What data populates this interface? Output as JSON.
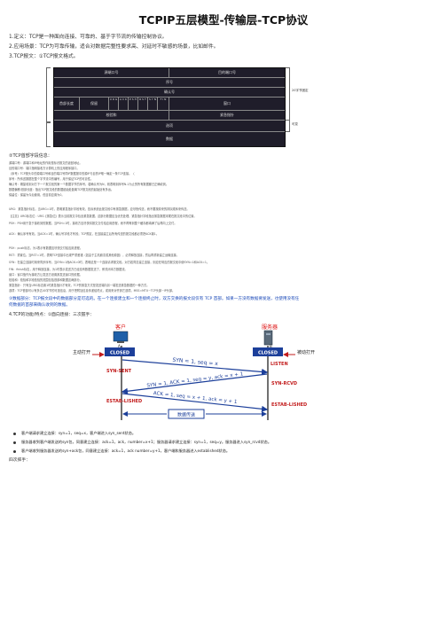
{
  "title": "TCPIP五层模型-传输层-TCP协议",
  "intro": [
    "1.定义：TCP是一种面向连接、可靠的、基于字节流的传输控制协议。",
    "2.应用场景：TCP为可靠传输，适合对数据完整性要求高、对延时不敏感的场景，比如邮件。",
    "3.TCP报文：①TCP报文格式。"
  ],
  "header_fields": {
    "row1": [
      "源端口号",
      "目的端口号"
    ],
    "row2": [
      "序号"
    ],
    "row3": [
      "确认号"
    ],
    "row4": [
      "首部长度",
      "保留",
      "U R G",
      "A C K",
      "P S H",
      "R S T",
      "S Y N",
      "F I N",
      "窗口"
    ],
    "row5": [
      "校验和",
      "紧急指针"
    ],
    "row6": [
      "选项"
    ],
    "row7": [
      "数据"
    ],
    "right_labels": [
      "20字节固定",
      "可变"
    ]
  },
  "section2_heading": "②TCP首部字段信息：",
  "fields_text": [
    "源端口号：源端口和IP地址的作用是标识报文的返回地址。",
    "目的端口号：端口指明接收方计算机上的应用程序接口。",
    "（序号）TCP报头中的源端口号和目的端口号同IP数据报中的源IP与目的IP唯一确定一条TCP连接。（",
    "序号：所传送数据在整个字节流中的编号，用于保证TCP的可靠性。",
    "确认号：期望收到对方下一个报文段的第一个数据字节的序号。若确认号为N，则表明到序号N-1为止的所有数据都已正确收到。",
    "数据偏移/首部长度：指出TCP报文段的数据起始处距离TCP报文段的起始处有多远。",
    "保留位：保留为今后使用，但目前应置为0。"
  ],
  "flags_text": [
    "URG：紧急指针标志。当URG=1时，表明紧急指针字段有效，告诉系统此报文段中有紧急数据，应尽快传送，而不要按原来的排队顺序来传送。",
    "【注意】URG标志位：URG【紧急位】表示当前报文中包含紧急数据，这部分数据应当优先处理，紧急指针字段指出紧急数据末尾在报文段中的位置。",
    "PSH：PSH用于急于接收到的数据，当PSH=1时，接收方应尽快将报文交付给应用进程，而不再等到整个缓存都填满了后再向上交付。",
    "ACK：确认序号有效。当ACK=1时，确认号字段才有效；TCP规定，在连接建立后所有传送的报文段都必须把ACK置1。",
    "PSH：push标志，为1表示有数据应尽快交付给应用进程。",
    "RST：重置位。当RST=1时，表明TCP连接中出现严重差错（如由于主机崩溃或其他原因），必须释放连接，然后再重新建立运输连接。",
    "SYN：在建立连接时用来同步序号。当SYN=1而ACK=0时，表明这是一个连接请求报文段。对方若同意建立连接，则应在响应的报文段中使SYN=1和ACK=1。",
    "FIN：finish标志，用于释放连接，为1时表示发送方已经没有数据发送了，即关闭本方数据流。",
    "窗口：窗口值作为接收方让发送方设置其发送窗口的依据。",
    "检验和：检验和字段检验的范围包括首部和数据这两部分。",
    "紧急指针：只有当URG标志置1时紧急指针才有效，TCP的紧急方式是发送端向另一端发送紧急数据的一种方式。",
    "选项：TCP首部可以有多达40字节的可选信息，用于把附加信息传递给终点，或用来对齐其它选项。MSS=MTU−TCP头部−IP头部。"
  ],
  "blue_text": "③数据部分：TCP报文段中的数据部分是可选的。在一个连接建立和一个连接终止时，双方交换的报文段仅有 TCP 首部。如果一方没有数据要发送，也使用没有任何数据的首部来确认收到的数据。",
  "section4_heading": "4.TCP的功能/特点：①面向连接：三次握手：",
  "diagram": {
    "client_label": "客户",
    "server_label": "服务器",
    "closed_label": "CLOSED",
    "syn_sent": "SYN-SENT",
    "estab_left": "ESTAB-LISHED",
    "listen": "LISTEN",
    "syn_rcvd": "SYN-RCVD",
    "estab_right": "ESTAB-LISHED",
    "active_open": "主动打开",
    "passive_open": "被动打开",
    "msg1": "SYN = 1, seq = x",
    "msg2": "SYN = 1, ACK = 1, seq = y, ack = x + 1",
    "msg3": "ACK = 1, seq = x + 1, ack = y + 1",
    "data_transfer": "数据传送",
    "A": "A",
    "B": "B"
  },
  "bullets": [
    "客户端请求建立连接：syn=1，seq=x，客户端进入syn_sent状态。",
    "服务器收到客户端发送的syn包，同意建立连接：ack=1，ack，number=x+1；服务器请求建立连接：syn=1，seq=y。服务器进入syn_rcvd状态。",
    "客户端收到服务器发送的syn+ack包，同意建立连接：ack=1，ack number=y+1，客户端和服务器进入established状态。"
  ],
  "footer": "四次挥手："
}
